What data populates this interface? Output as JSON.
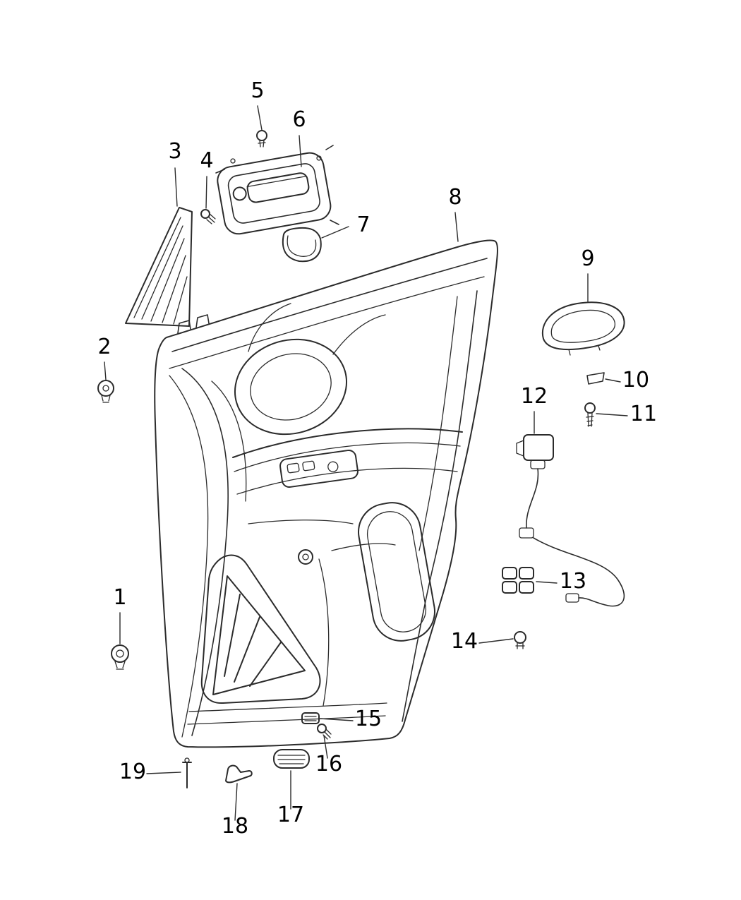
{
  "diagram": {
    "kind": "exploded-parts-line-drawing",
    "subject": "front-door-trim-panel",
    "callouts": [
      "1",
      "2",
      "3",
      "4",
      "5",
      "6",
      "7",
      "8",
      "9",
      "10",
      "11",
      "12",
      "13",
      "14",
      "15",
      "16",
      "17",
      "18",
      "19"
    ]
  },
  "colors": {
    "ink": "#2b2b2b",
    "background": "#ffffff",
    "speaker_fill": "#151515",
    "label_text": "#000000"
  }
}
